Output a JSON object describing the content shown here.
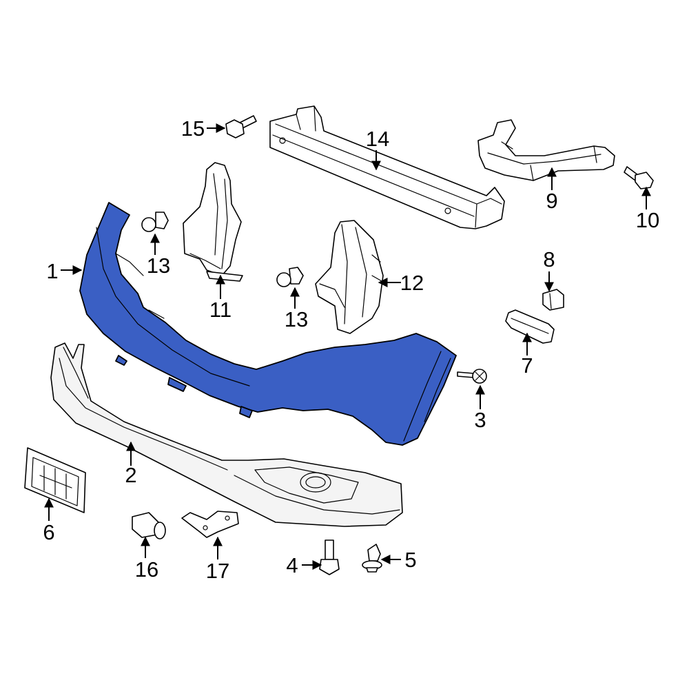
{
  "diagram": {
    "highlight_color": "#3a5fc4",
    "highlighted_part": "1",
    "callouts": [
      {
        "id": "c1",
        "label": "1"
      },
      {
        "id": "c2",
        "label": "2"
      },
      {
        "id": "c3",
        "label": "3"
      },
      {
        "id": "c4",
        "label": "4"
      },
      {
        "id": "c5",
        "label": "5"
      },
      {
        "id": "c6",
        "label": "6"
      },
      {
        "id": "c7",
        "label": "7"
      },
      {
        "id": "c8",
        "label": "8"
      },
      {
        "id": "c9",
        "label": "9"
      },
      {
        "id": "c10",
        "label": "10"
      },
      {
        "id": "c11",
        "label": "11"
      },
      {
        "id": "c12",
        "label": "12"
      },
      {
        "id": "c13a",
        "label": "13"
      },
      {
        "id": "c13b",
        "label": "13"
      },
      {
        "id": "c14",
        "label": "14"
      },
      {
        "id": "c15",
        "label": "15"
      },
      {
        "id": "c16",
        "label": "16"
      },
      {
        "id": "c17",
        "label": "17"
      }
    ]
  }
}
